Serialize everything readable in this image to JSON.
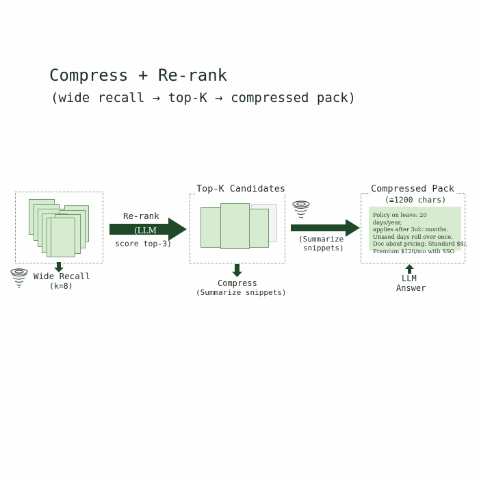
{
  "title": "Compress + Re-rank",
  "subtitle": "(wide recall → top-K → compressed pack)",
  "stage1": {
    "label": "Wide Recall",
    "sublabel": "(k=8)"
  },
  "rerank": {
    "line1": "Re-rank",
    "line2": "(LLM",
    "line3": "score top-3)"
  },
  "stage2": {
    "title": "Top-K Candidates",
    "label": "Compress",
    "sublabel": "(Summarize snippets)"
  },
  "summarize": {
    "line1": "(Summarize",
    "line2": "snippets)"
  },
  "stage3": {
    "title": "Compressed Pack",
    "subtitle": "(≅1200 chars)",
    "lines": [
      "Policy on leave: 20 days/year,",
      "applies after 3ol∷ months.",
      "Unased days roll over once.",
      "Doc abaut pricing: Standard $$∕;",
      "Premium $120/mo with SSO"
    ],
    "label1": "LLM",
    "label2": "Answer"
  },
  "colors": {
    "arrow": "#1f4a2a",
    "card": "#d6ebcf",
    "border": "#5d8a62"
  }
}
